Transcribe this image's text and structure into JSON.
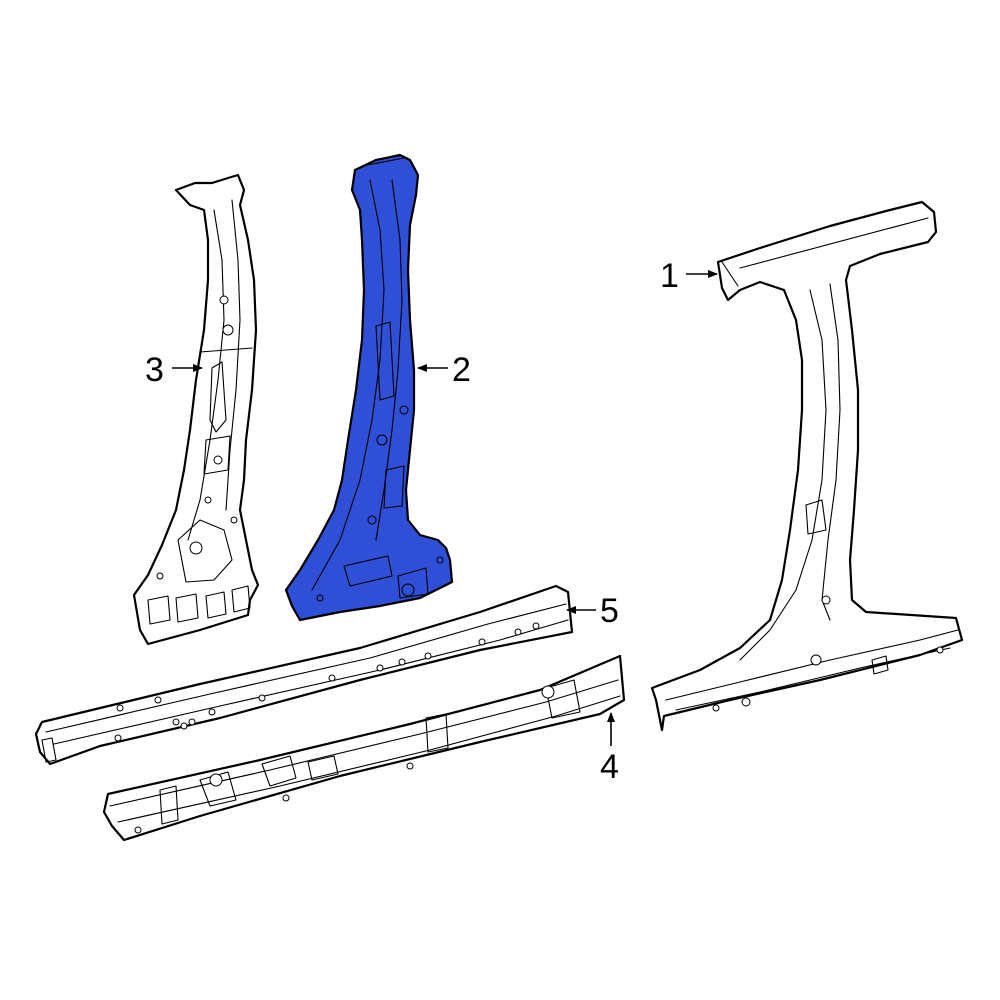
{
  "highlight_color": "#2f4fd6",
  "callouts": [
    {
      "id": "1",
      "label": "1"
    },
    {
      "id": "2",
      "label": "2"
    },
    {
      "id": "3",
      "label": "3"
    },
    {
      "id": "4",
      "label": "4"
    },
    {
      "id": "5",
      "label": "5"
    }
  ],
  "highlighted_part": "2"
}
